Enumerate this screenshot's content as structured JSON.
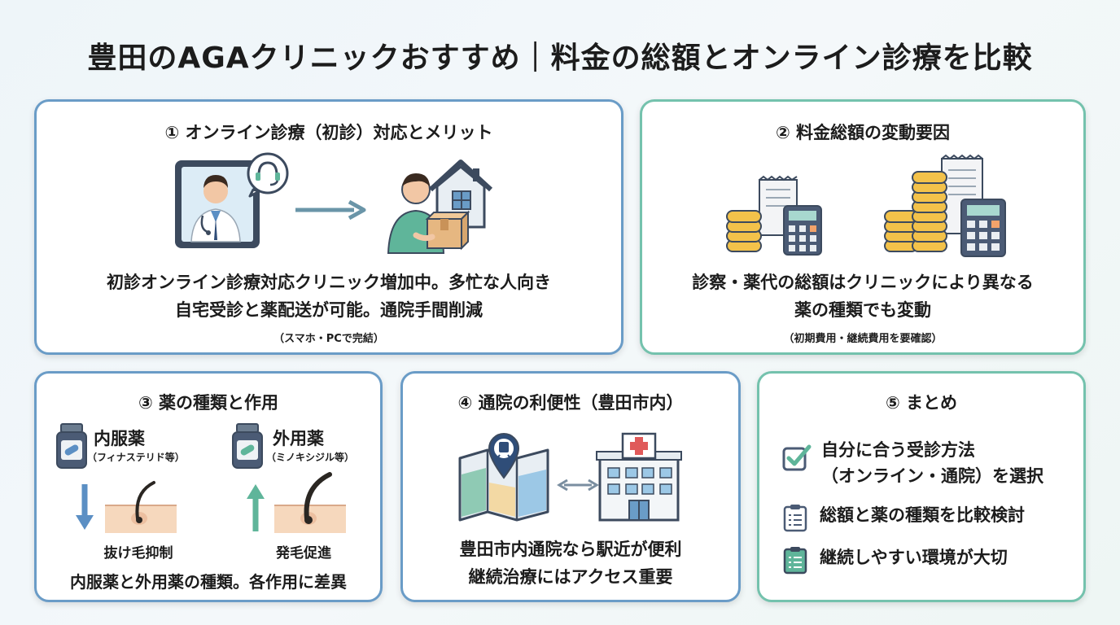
{
  "title": "豊田のAGAクリニックおすすめ｜料金の総額とオンライン診療を比較",
  "card1": {
    "title": "① オンライン診療（初診）対応とメリット",
    "line1": "初診オンライン診療対応クリニック増加中。多忙な人向き",
    "line2": "自宅受診と薬配送が可能。通院手間削減",
    "note": "（スマホ・PCで完結）",
    "icons": [
      "tablet-doctor-icon",
      "headset-bubble-icon",
      "arrow-right-icon",
      "person-parcel-icon",
      "house-icon"
    ]
  },
  "card2": {
    "title": "② 料金総額の変動要因",
    "line1": "診察・薬代の総額はクリニックにより異なる",
    "line2": "薬の種類でも変動",
    "note": "（初期費用・継続費用を要確認）",
    "icons": [
      "coins-receipt-calculator-icon"
    ]
  },
  "card3": {
    "title": "③ 薬の種類と作用",
    "oral_name": "内服薬",
    "oral_example": "（フィナステリド等）",
    "oral_effect": "抜け毛抑制",
    "topical_name": "外用薬",
    "topical_example": "（ミノキシジル等）",
    "topical_effect": "発毛促進",
    "summary": "内服薬と外用薬の種類。各作用に差異",
    "colors": {
      "down_arrow": "#5b8fc4",
      "up_arrow": "#5fb59a"
    }
  },
  "card4": {
    "title": "④ 通院の利便性（豊田市内）",
    "line1": "豊田市内通院なら駅近が便利",
    "line2": "継続治療にはアクセス重要",
    "icons": [
      "map-train-pin-icon",
      "double-arrow-icon",
      "hospital-icon"
    ]
  },
  "card5": {
    "title": "⑤ まとめ",
    "item1_line1": "自分に合う受診方法",
    "item1_line2": "（オンライン・通院）を選択",
    "item2": "総額と薬の種類を比較検討",
    "item3": "継続しやすい環境が大切",
    "icons": [
      "checkbox-icon",
      "clipboard-icon",
      "clipboard-green-icon"
    ]
  },
  "colors": {
    "blue_border": "#6a9cc7",
    "green_border": "#74c2ad"
  }
}
